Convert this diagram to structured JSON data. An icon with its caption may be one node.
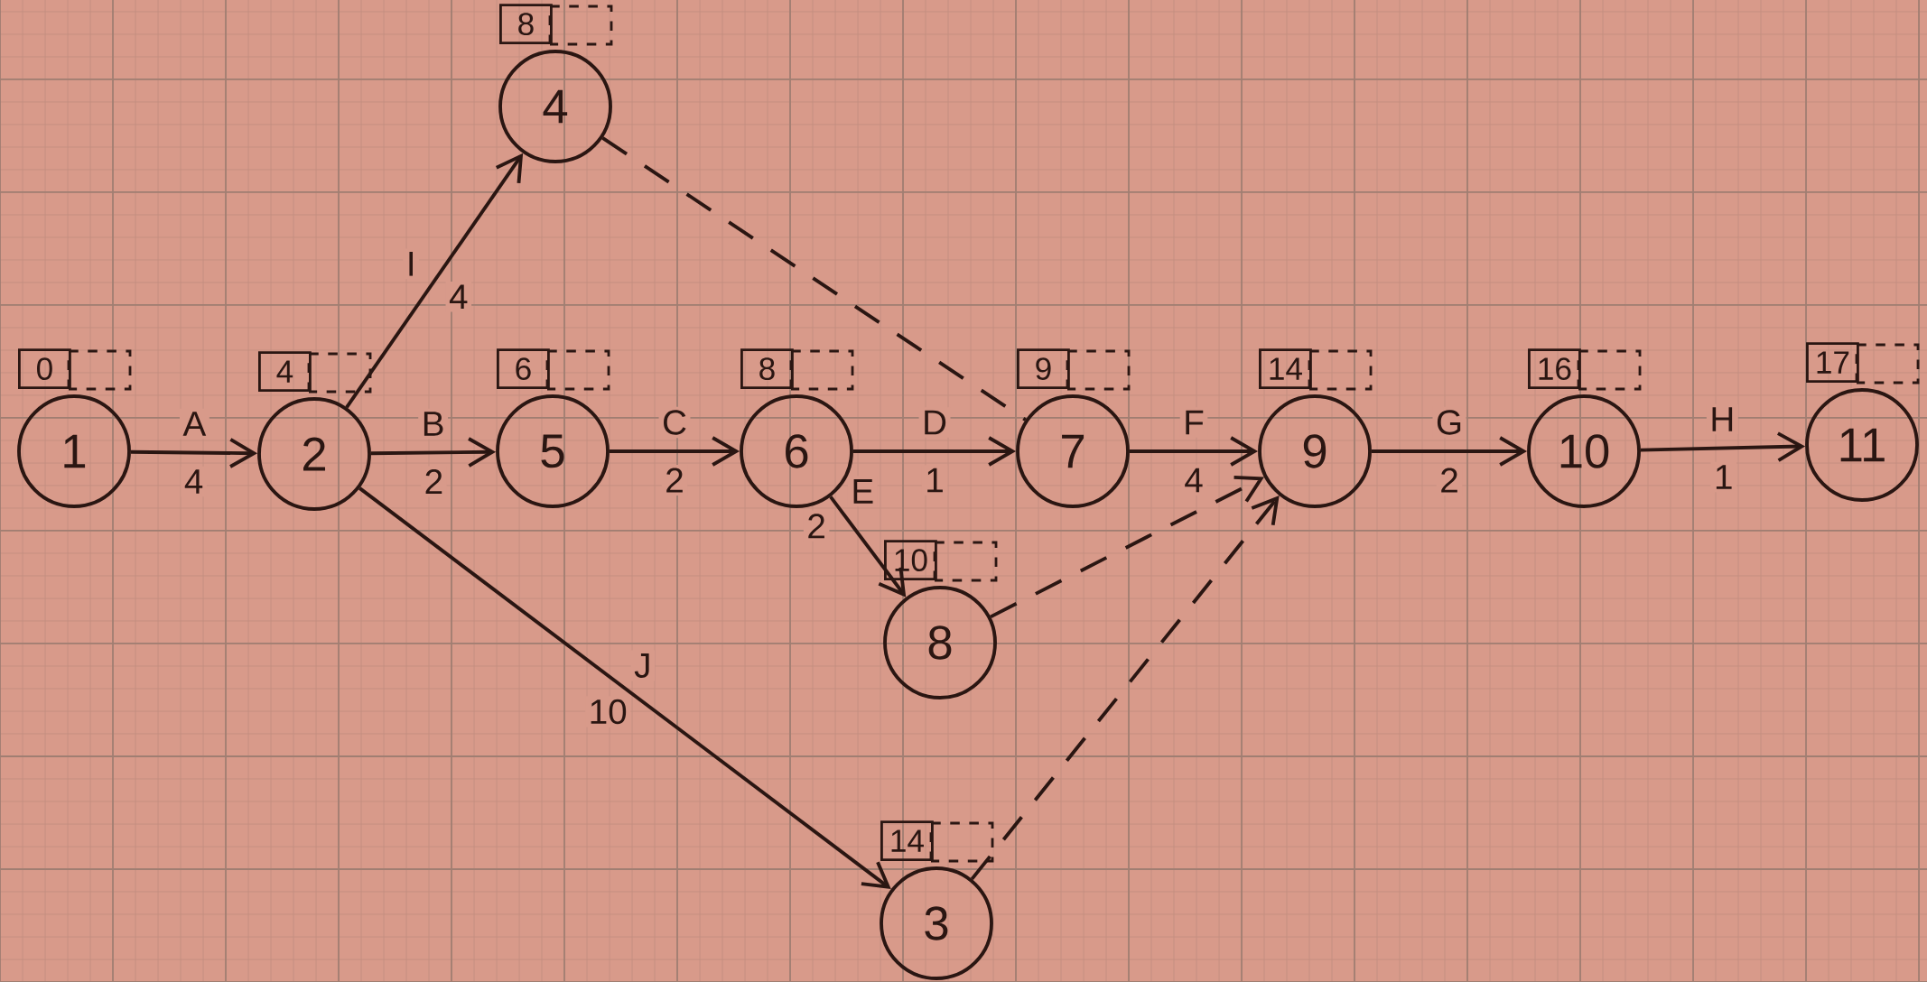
{
  "diagram": {
    "nodes": [
      {
        "text": [
          "1"
        ],
        "beside": [
          "0"
        ]
      },
      {
        "text": [
          "2"
        ],
        "beside": [
          "4"
        ]
      },
      {
        "text": [
          "4"
        ],
        "beside": [
          "8"
        ]
      },
      {
        "text": [
          "5"
        ],
        "beside": [
          "6"
        ]
      },
      {
        "text": [
          "6"
        ],
        "beside": [
          "8"
        ]
      },
      {
        "text": [
          "7"
        ],
        "beside": [
          "9"
        ]
      },
      {
        "text": [
          "8"
        ],
        "beside": [
          "10"
        ]
      },
      {
        "text": [
          "3"
        ],
        "beside": [
          "14"
        ]
      },
      {
        "text": [
          "9"
        ],
        "beside": [
          "14"
        ]
      },
      {
        "text": [
          "10"
        ],
        "beside": [
          "16"
        ]
      },
      {
        "text": [
          "11"
        ],
        "beside": [
          "17"
        ]
      }
    ],
    "edges": [
      {
        "from": 0,
        "to": 1,
        "arrow": "to",
        "label": [
          "A",
          "4"
        ]
      },
      {
        "from": 1,
        "to": 3,
        "arrow": "to",
        "label": [
          "B",
          "2"
        ]
      },
      {
        "from": 3,
        "to": 4,
        "arrow": "to",
        "label": [
          "C",
          "2"
        ]
      },
      {
        "from": 4,
        "to": 5,
        "arrow": "to",
        "label": [
          "D",
          "1"
        ]
      },
      {
        "from": 4,
        "to": 6,
        "arrow": "to",
        "label": [
          "E",
          "2"
        ]
      },
      {
        "from": 5,
        "to": 8,
        "arrow": "to",
        "label": [
          "F",
          "4"
        ]
      },
      {
        "from": 8,
        "to": 9,
        "arrow": "to",
        "label": [
          "G",
          "2"
        ]
      },
      {
        "from": 9,
        "to": 10,
        "arrow": "to",
        "label": [
          "H",
          "1"
        ]
      },
      {
        "from": 1,
        "to": 2,
        "arrow": "to",
        "label": [
          "I",
          "4"
        ]
      },
      {
        "from": 1,
        "to": 7,
        "arrow": "to",
        "label": [
          "J",
          "10"
        ]
      },
      {
        "from": 2,
        "to": 5,
        "arrow": "none",
        "style": "dashed"
      },
      {
        "from": 6,
        "to": 8,
        "arrow": "to",
        "style": "dashed"
      },
      {
        "from": 7,
        "to": 8,
        "arrow": "to",
        "style": "dashed"
      }
    ]
  }
}
